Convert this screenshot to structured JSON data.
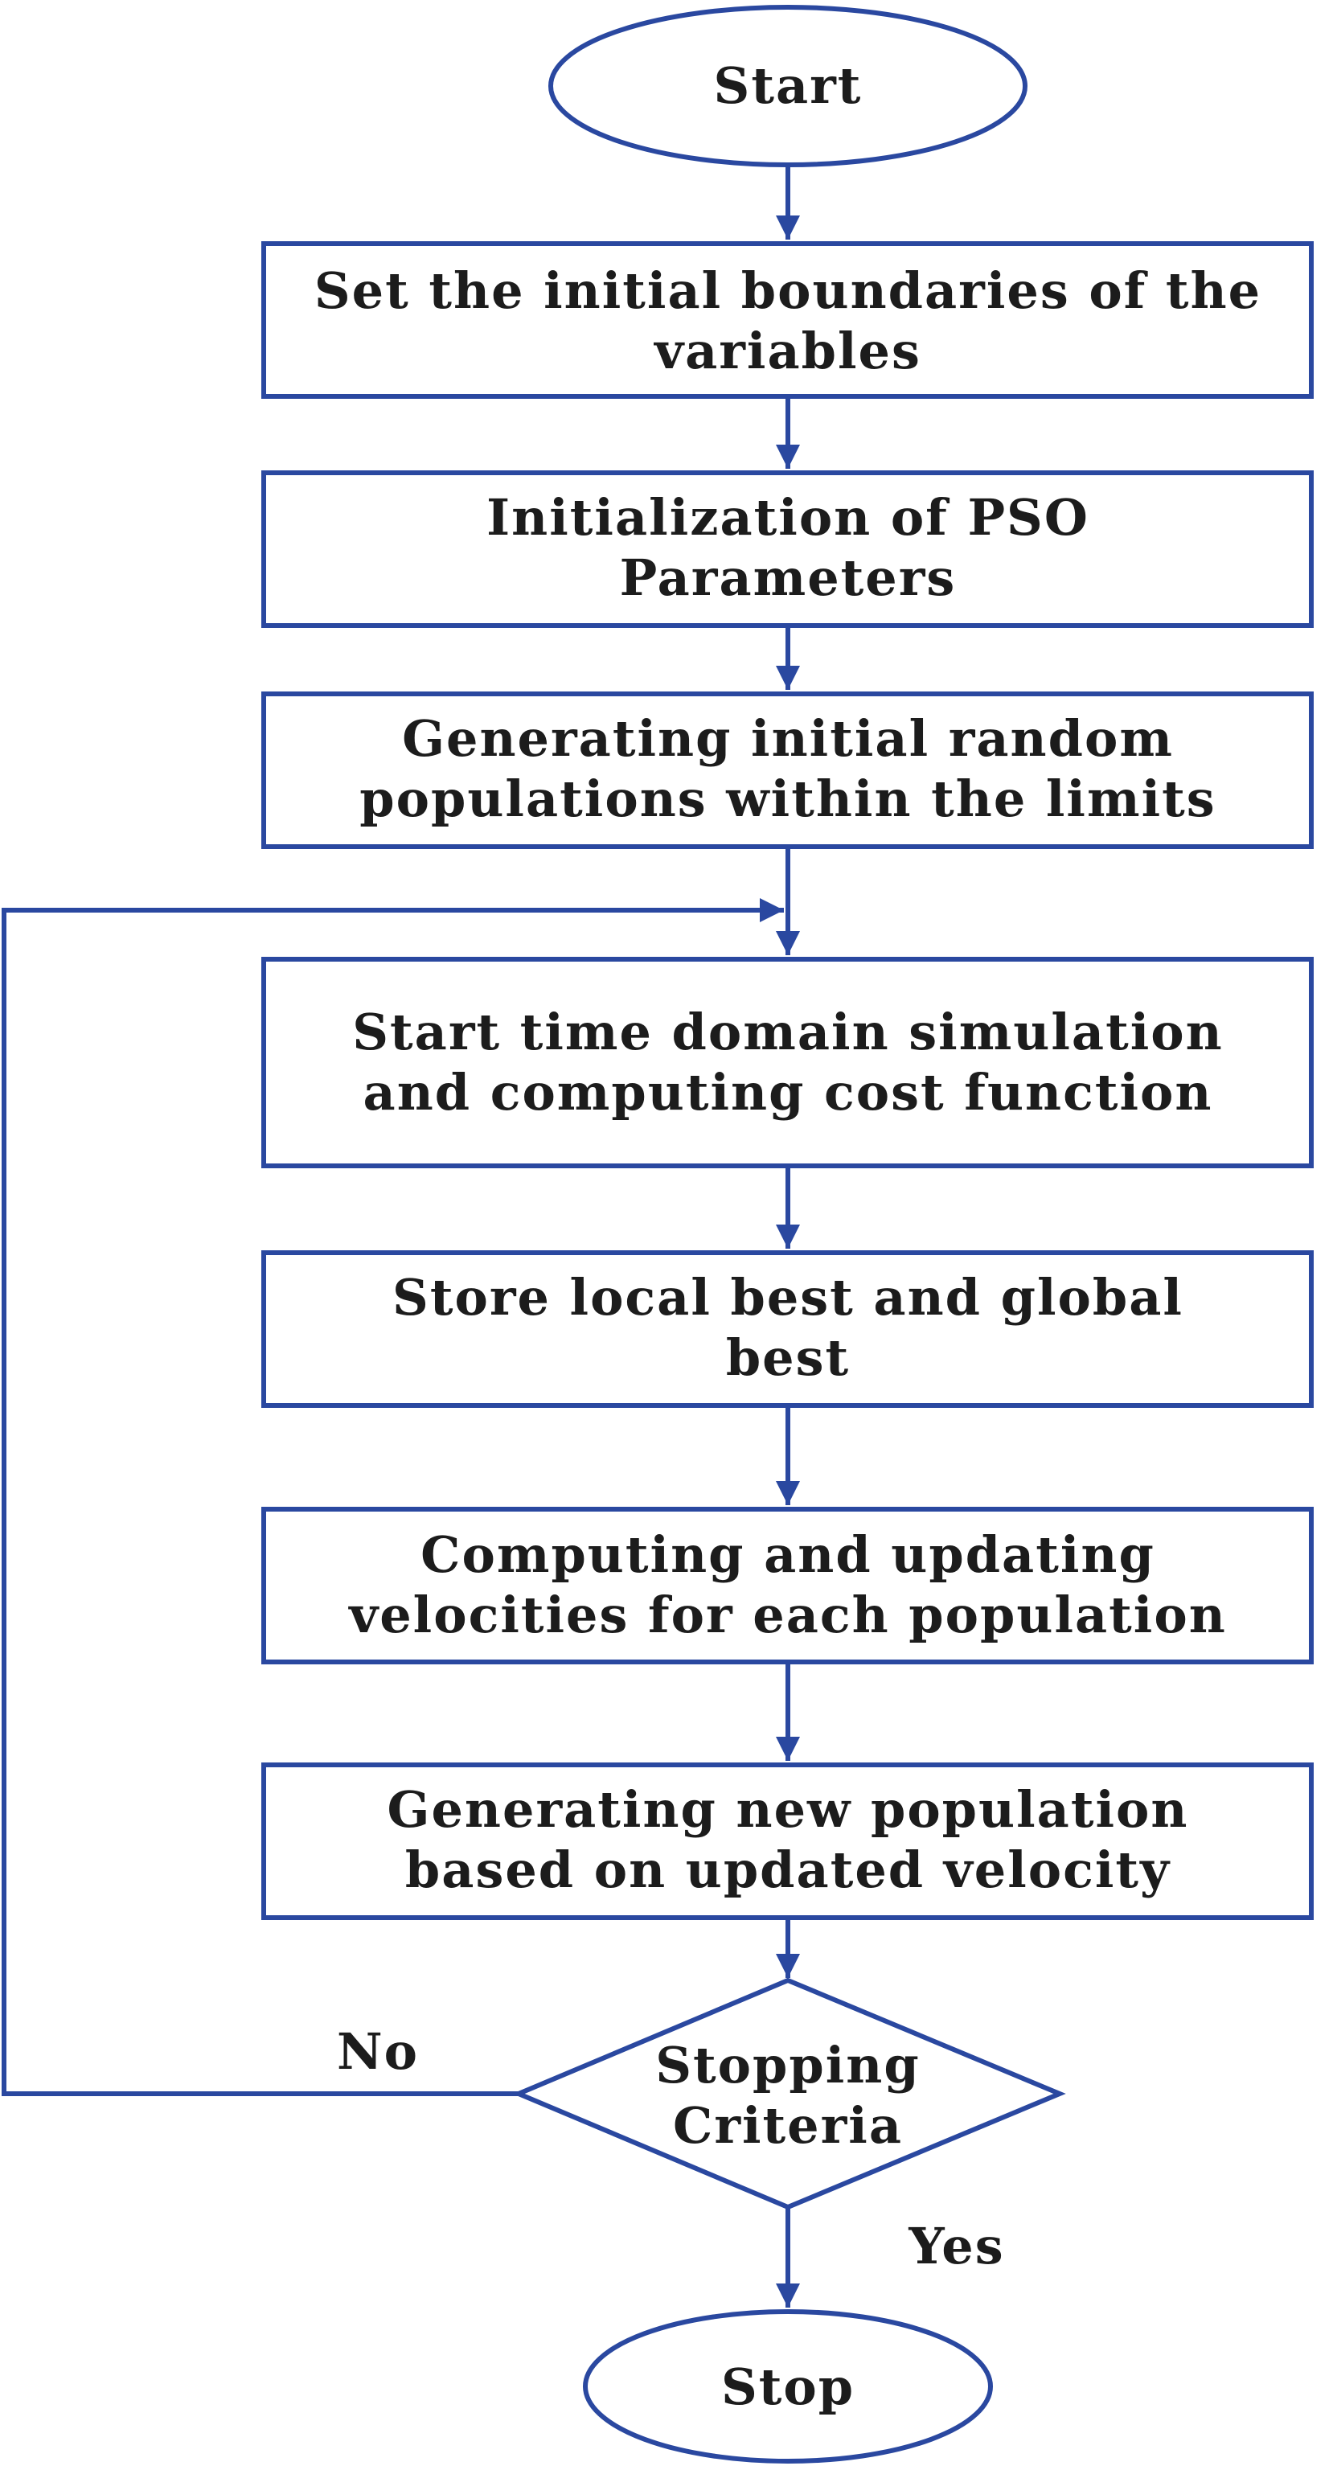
{
  "diagram": {
    "accent_color": "#2a48a0",
    "start": "Start",
    "steps": [
      [
        "Set the initial boundaries of the",
        "variables"
      ],
      [
        "Initialization of PSO",
        "Parameters"
      ],
      [
        "Generating initial random",
        "populations within the limits"
      ],
      [
        "Start time domain simulation",
        "and computing cost function"
      ],
      [
        "Store local best and global",
        "best"
      ],
      [
        "Computing and updating",
        "velocities for each population"
      ],
      [
        "Generating new population",
        "based on updated velocity"
      ]
    ],
    "decision": [
      "Stopping",
      "Criteria"
    ],
    "no_label": "No",
    "yes_label": "Yes",
    "stop": "Stop"
  }
}
